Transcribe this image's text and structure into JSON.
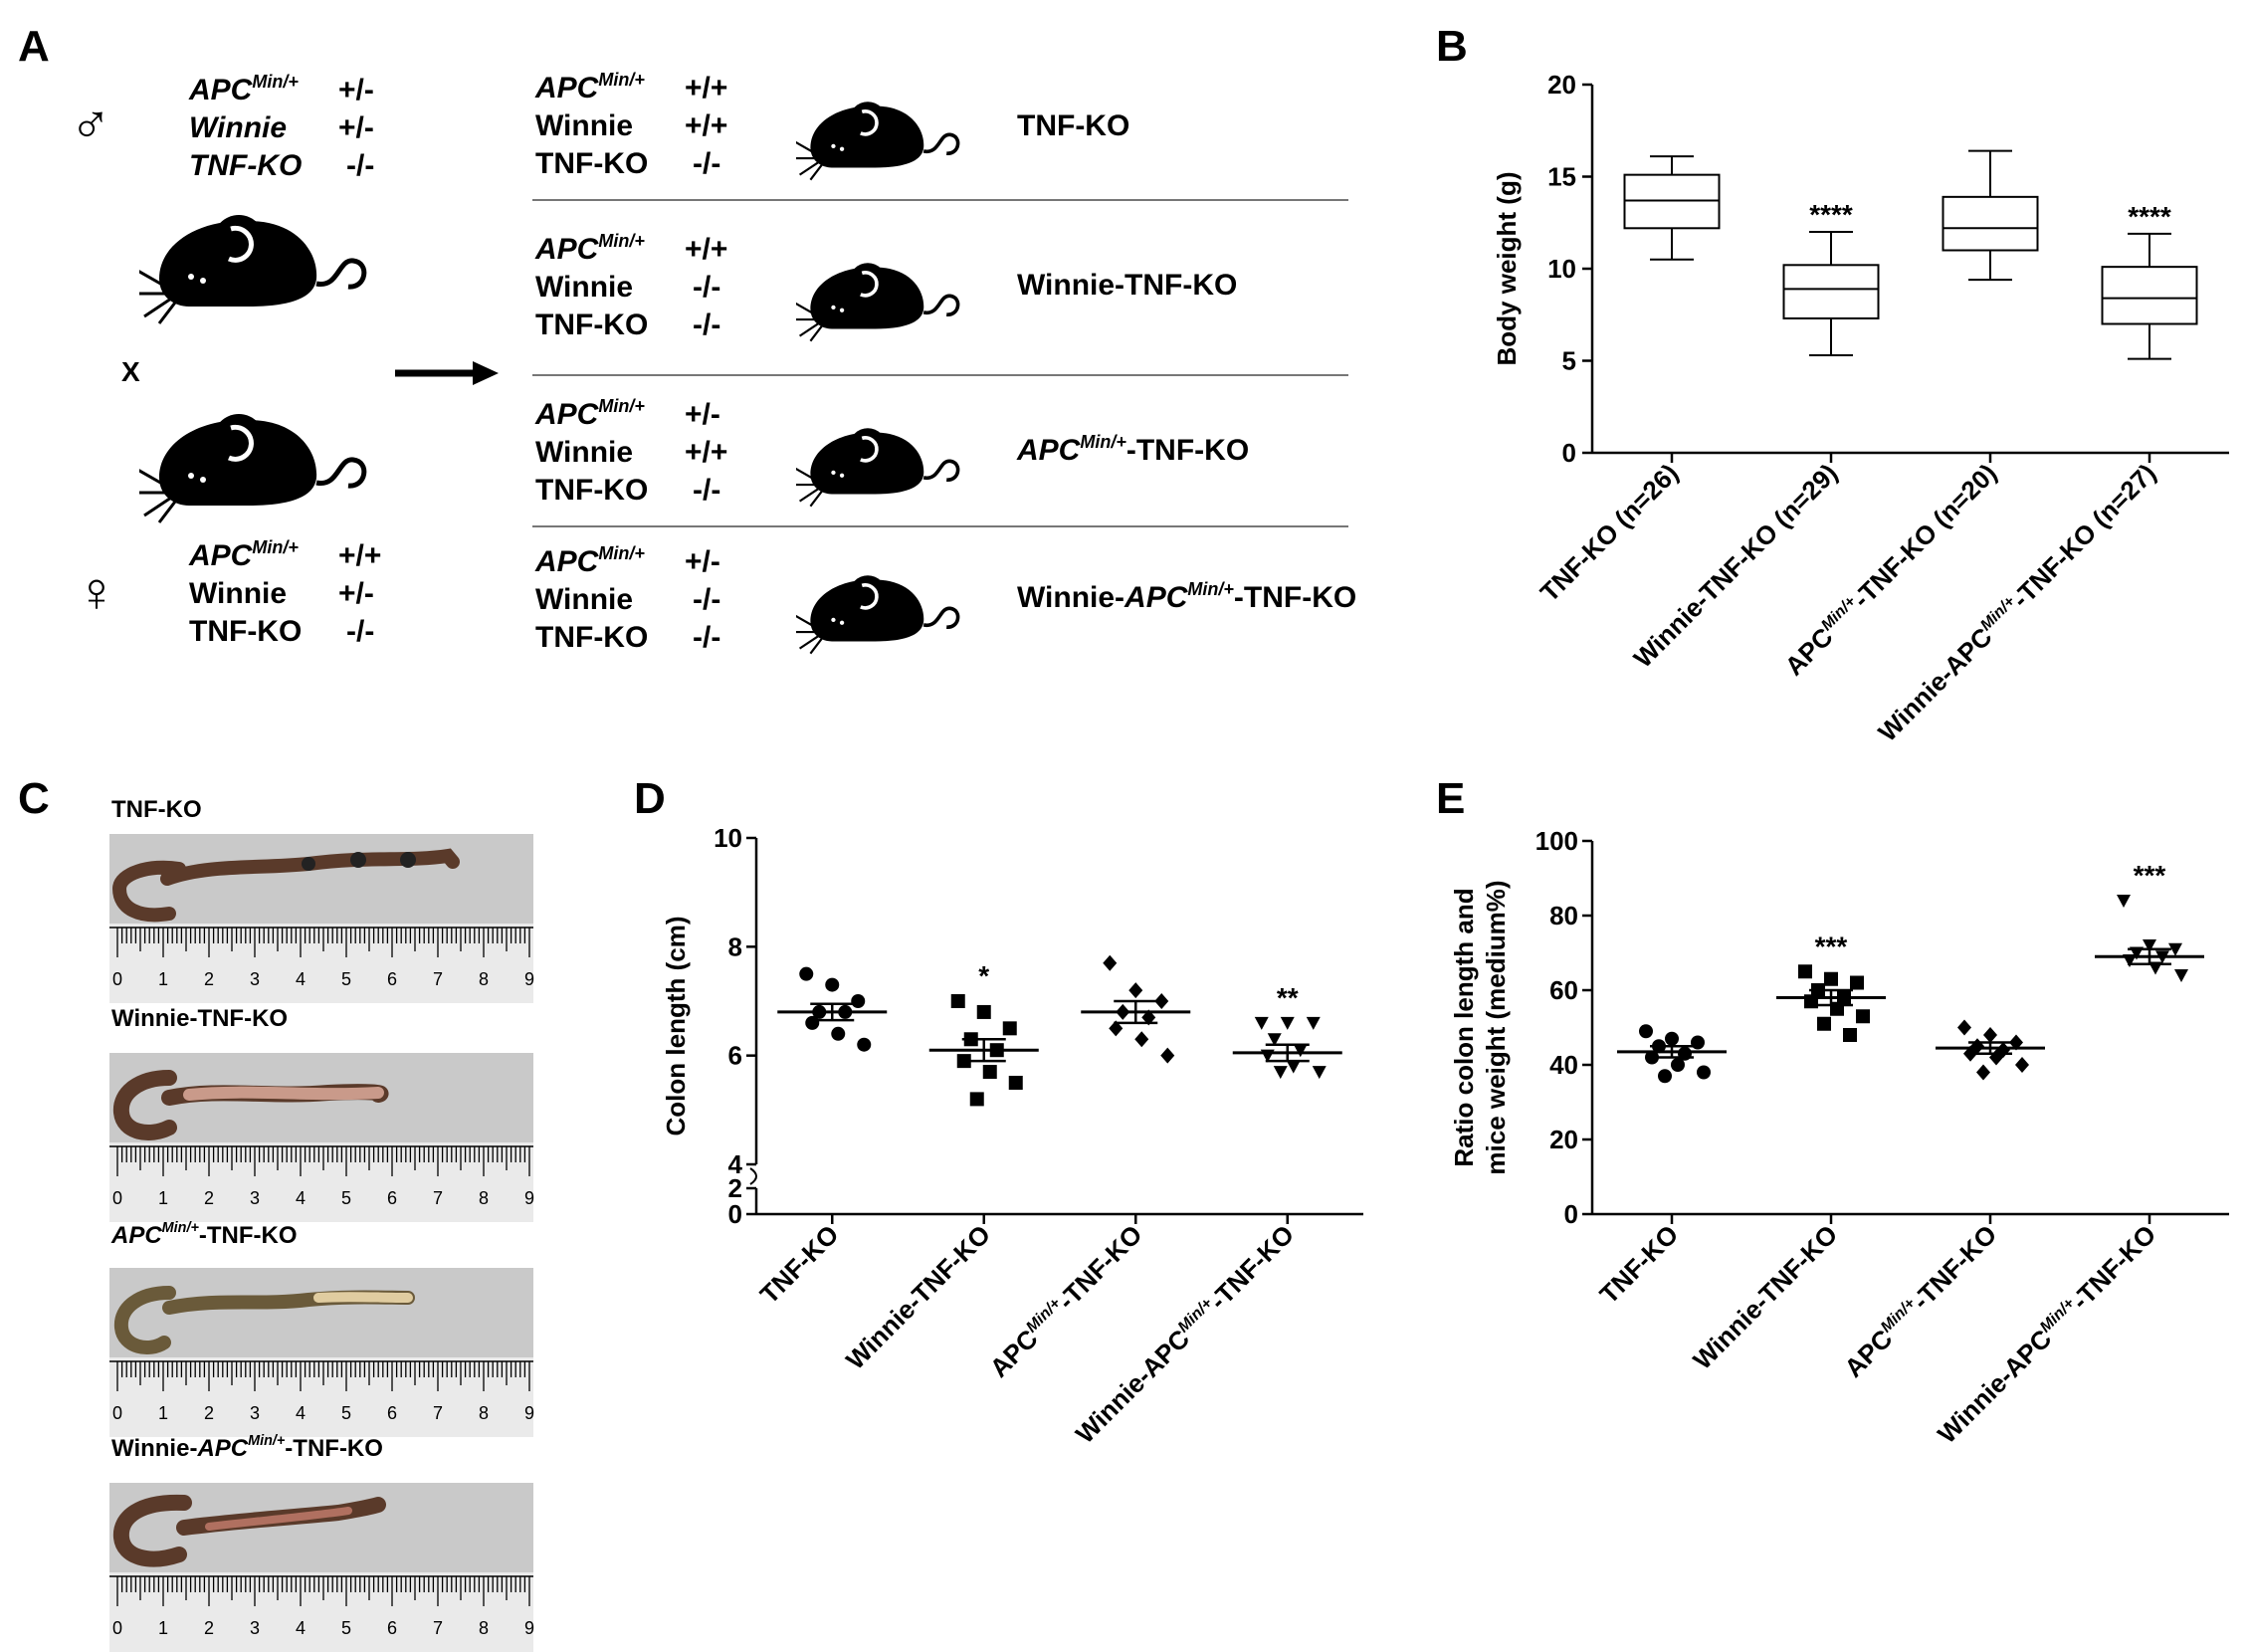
{
  "panels": {
    "a": "A",
    "b": "B",
    "c": "C",
    "d": "D",
    "e": "E"
  },
  "panel_a": {
    "male_symbol": "♂",
    "female_symbol": "♀",
    "cross": "X",
    "apc_base": "APC",
    "apc_sup": "Min/+",
    "gene_winnie": "Winnie",
    "gene_tnfko": "TNF-KO",
    "male_apc": "+/-",
    "male_winnie": "+/-",
    "male_tnf": "-/-",
    "female_apc": "+/+",
    "female_winnie": "+/-",
    "female_tnf": "-/-",
    "offspring": [
      {
        "apc": "+/+",
        "winnie": "+/+",
        "tnf": "-/-",
        "name": "TNF-KO"
      },
      {
        "apc": "+/+",
        "winnie": "-/-",
        "tnf": "-/-",
        "name": "Winnie-TNF-KO"
      },
      {
        "apc": "+/-",
        "winnie": "+/+",
        "tnf": "-/-",
        "name_suffix": "-TNF-KO"
      },
      {
        "apc": "+/-",
        "winnie": "-/-",
        "tnf": "-/-",
        "name_prefix": "Winnie-",
        "name_suffix": "-TNF-KO"
      }
    ]
  },
  "panel_c": {
    "labels": [
      "TNF-KO",
      "Winnie-TNF-KO",
      "-TNF-KO",
      "Winnie-",
      "-TNF-KO"
    ],
    "ruler_numbers": [
      "0",
      "1",
      "2",
      "3",
      "4",
      "5",
      "6",
      "7",
      "8",
      "9"
    ]
  },
  "chart_data": [
    {
      "type": "box",
      "ylabel": "Body weight (g)",
      "ylim": [
        0,
        20
      ],
      "yticks": [
        "0",
        "5",
        "10",
        "15",
        "20"
      ],
      "categories": [
        "TNF-KO (n=26)",
        "Winnie-TNF-KO (n=29)",
        "APC Min/+ -TNF-KO (n=20)",
        "Winnie-APC Min/+ -TNF-KO (n=27)"
      ],
      "category_labels": {
        "c1": "TNF-KO (n=26)",
        "c2": "Winnie-TNF-KO (n=29)",
        "c3a": "APC",
        "c3b": "Min/+",
        "c3c": "-TNF-KO (n=20)",
        "c4a": "Winnie-APC",
        "c4b": "Min/+",
        "c4c": "-TNF-KO (n=27)"
      },
      "boxes": [
        {
          "min": 10.5,
          "q1": 12.2,
          "median": 13.7,
          "q3": 15.1,
          "max": 16.1,
          "sig": ""
        },
        {
          "min": 5.3,
          "q1": 7.3,
          "median": 8.9,
          "q3": 10.2,
          "max": 12.0,
          "sig": "****"
        },
        {
          "min": 9.4,
          "q1": 11.0,
          "median": 12.2,
          "q3": 13.9,
          "max": 16.4,
          "sig": ""
        },
        {
          "min": 5.1,
          "q1": 7.0,
          "median": 8.4,
          "q3": 10.1,
          "max": 11.9,
          "sig": "****"
        }
      ]
    },
    {
      "type": "scatter",
      "ylabel": "Colon length (cm)",
      "ylim": [
        0,
        10
      ],
      "axis_break": [
        2,
        4
      ],
      "yticks": [
        "0",
        "2",
        "4",
        "6",
        "8",
        "10"
      ],
      "categories": [
        "TNF-KO",
        "Winnie-TNF-KO",
        "APC Min/+ -TNF-KO",
        "Winnie-APC Min/+ -TNF-KO"
      ],
      "category_labels": {
        "c1": "TNF-KO",
        "c2": "Winnie-TNF-KO",
        "c3a": "APC",
        "c3b": "Min/+",
        "c3c": "-TNF-KO",
        "c4a": "Winnie-APC",
        "c4b": "Min/+",
        "c4c": "-TNF-KO"
      },
      "groups": [
        {
          "marker": "circle",
          "mean": 6.8,
          "sem": 0.15,
          "sig": "",
          "points": [
            7.5,
            7.3,
            7.0,
            6.8,
            6.8,
            6.6,
            6.4,
            6.2
          ]
        },
        {
          "marker": "square",
          "mean": 6.1,
          "sem": 0.2,
          "sig": "*",
          "points": [
            7.0,
            6.8,
            6.5,
            6.3,
            6.1,
            5.9,
            5.7,
            5.5,
            5.2
          ]
        },
        {
          "marker": "diamond",
          "mean": 6.8,
          "sem": 0.2,
          "sig": "",
          "points": [
            7.7,
            7.2,
            7.0,
            6.8,
            6.7,
            6.5,
            6.3,
            6.0
          ]
        },
        {
          "marker": "triangle",
          "mean": 6.05,
          "sem": 0.15,
          "sig": "**",
          "points": [
            6.6,
            6.6,
            6.6,
            6.3,
            6.1,
            6.0,
            5.8,
            5.7,
            5.7
          ]
        }
      ]
    },
    {
      "type": "scatter",
      "ylabel": "Ratio colon length and mice weight (medium%)",
      "ylabel_line1": "Ratio colon length and",
      "ylabel_line2": "mice weight (medium%)",
      "ylim": [
        0,
        100
      ],
      "yticks": [
        "0",
        "20",
        "40",
        "60",
        "80",
        "100"
      ],
      "categories": [
        "TNF-KO",
        "Winnie-TNF-KO",
        "APC Min/+ -TNF-KO",
        "Winnie-APC Min/+ -TNF-KO"
      ],
      "category_labels": {
        "c1": "TNF-KO",
        "c2": "Winnie-TNF-KO",
        "c3a": "APC",
        "c3b": "Min/+",
        "c3c": "-TNF-KO",
        "c4a": "Winnie-APC",
        "c4b": "Min/+",
        "c4c": "-TNF-KO"
      },
      "groups": [
        {
          "marker": "circle",
          "mean": 43.5,
          "sem": 1.5,
          "sig": "",
          "points": [
            49,
            47,
            46,
            45,
            43,
            42,
            40,
            38,
            37
          ]
        },
        {
          "marker": "square",
          "mean": 58,
          "sem": 2,
          "sig": "***",
          "points": [
            65,
            63,
            62,
            60,
            58,
            57,
            55,
            53,
            51,
            48
          ]
        },
        {
          "marker": "diamond",
          "mean": 44.5,
          "sem": 1.5,
          "sig": "",
          "points": [
            50,
            48,
            46,
            45,
            44,
            43,
            42,
            40,
            38
          ]
        },
        {
          "marker": "triangle",
          "mean": 69,
          "sem": 2,
          "sig": "***",
          "points": [
            84,
            72,
            71,
            70,
            69,
            68,
            66,
            64
          ]
        }
      ]
    }
  ]
}
